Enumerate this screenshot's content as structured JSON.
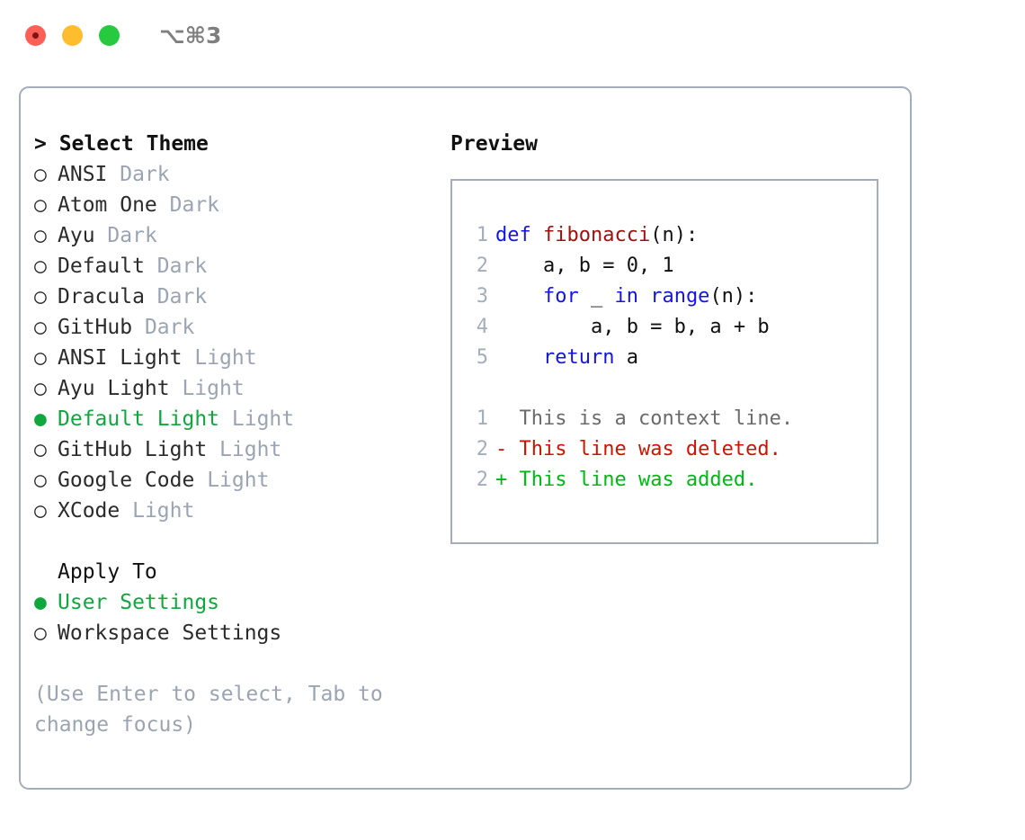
{
  "titlebar": {
    "shortcut": "⌥⌘3",
    "lights": [
      {
        "name": "close",
        "color": "#fc5f57"
      },
      {
        "name": "minimize",
        "color": "#fdbd2e"
      },
      {
        "name": "maximize",
        "color": "#27c93f"
      }
    ]
  },
  "colors": {
    "selected": "#11a63e",
    "badge": "#9aa4b2",
    "border": "#a3adbb",
    "keyword": "#1414e6",
    "function": "#a01010",
    "diff_removed": "#cc1400",
    "diff_added": "#00b814",
    "line_number": "#a3adbb"
  },
  "theme_list": {
    "header": "> Select Theme",
    "items": [
      {
        "bullet": "○",
        "label": "ANSI",
        "badge": "Dark",
        "selected": false
      },
      {
        "bullet": "○",
        "label": "Atom One",
        "badge": "Dark",
        "selected": false
      },
      {
        "bullet": "○",
        "label": "Ayu",
        "badge": "Dark",
        "selected": false
      },
      {
        "bullet": "○",
        "label": "Default",
        "badge": "Dark",
        "selected": false
      },
      {
        "bullet": "○",
        "label": "Dracula",
        "badge": "Dark",
        "selected": false
      },
      {
        "bullet": "○",
        "label": "GitHub",
        "badge": "Dark",
        "selected": false
      },
      {
        "bullet": "○",
        "label": "ANSI Light",
        "badge": "Light",
        "selected": false
      },
      {
        "bullet": "○",
        "label": "Ayu Light",
        "badge": "Light",
        "selected": false
      },
      {
        "bullet": "●",
        "label": "Default Light",
        "badge": "Light",
        "selected": true
      },
      {
        "bullet": "○",
        "label": "GitHub Light",
        "badge": "Light",
        "selected": false
      },
      {
        "bullet": "○",
        "label": "Google Code",
        "badge": "Light",
        "selected": false
      },
      {
        "bullet": "○",
        "label": "XCode",
        "badge": "Light",
        "selected": false
      }
    ]
  },
  "apply_to": {
    "header": "Apply To",
    "items": [
      {
        "bullet": "●",
        "label": "User Settings",
        "selected": true
      },
      {
        "bullet": "○",
        "label": "Workspace Settings",
        "selected": false
      }
    ]
  },
  "hint": "(Use Enter to select, Tab to change focus)",
  "preview": {
    "title": "Preview",
    "code_lines": [
      {
        "num": "1",
        "segments": [
          {
            "text": "def ",
            "style": "kw"
          },
          {
            "text": "fibonacci",
            "style": "fn"
          },
          {
            "text": "(n):",
            "style": "plain"
          }
        ]
      },
      {
        "num": "2",
        "segments": [
          {
            "text": "    a, b = 0, 1",
            "style": "plain"
          }
        ]
      },
      {
        "num": "3",
        "segments": [
          {
            "text": "    for ",
            "style": "kw"
          },
          {
            "text": "_ ",
            "style": "plain"
          },
          {
            "text": "in range",
            "style": "kw"
          },
          {
            "text": "(n):",
            "style": "plain"
          }
        ]
      },
      {
        "num": "4",
        "segments": [
          {
            "text": "        a, b = b, a + b",
            "style": "plain"
          }
        ]
      },
      {
        "num": "5",
        "segments": [
          {
            "text": "    return ",
            "style": "kw"
          },
          {
            "text": "a",
            "style": "plain"
          }
        ]
      }
    ],
    "diff_lines": [
      {
        "num": "1",
        "marker": "  ",
        "text": "This is a context line.",
        "style": "ctx"
      },
      {
        "num": "2",
        "marker": "- ",
        "text": "This line was deleted.",
        "style": "del"
      },
      {
        "num": "2",
        "marker": "+ ",
        "text": "This line was added.",
        "style": "add"
      }
    ]
  }
}
